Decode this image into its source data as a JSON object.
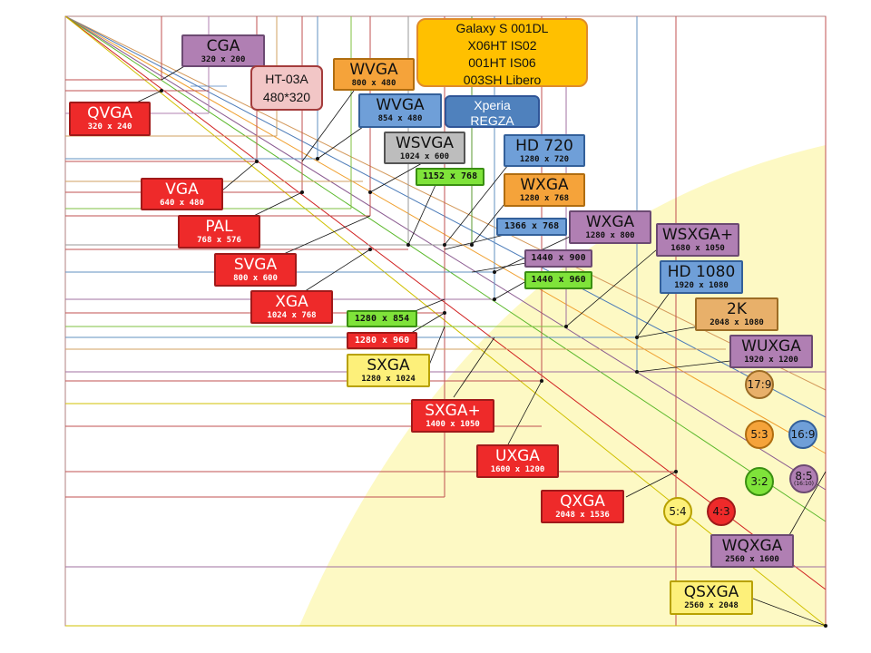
{
  "labels": {
    "cga": {
      "name": "CGA",
      "res": "320 x 200"
    },
    "qvga": {
      "name": "QVGA",
      "res": "320 x 240"
    },
    "wvga800": {
      "name": "WVGA",
      "res": "800 x 480"
    },
    "wvga854": {
      "name": "WVGA",
      "res": "854 x 480"
    },
    "wsvga": {
      "name": "WSVGA",
      "res": "1024 x 600"
    },
    "r1152": {
      "res": "1152 x 768"
    },
    "hd720": {
      "name": "HD 720",
      "res": "1280 x 720"
    },
    "wxga768": {
      "name": "WXGA",
      "res": "1280 x 768"
    },
    "vga": {
      "name": "VGA",
      "res": "640 x 480"
    },
    "pal": {
      "name": "PAL",
      "res": "768 x 576"
    },
    "r1366": {
      "res": "1366 x 768"
    },
    "wxga800": {
      "name": "WXGA",
      "res": "1280 x 800"
    },
    "wsxgaplus": {
      "name": "WSXGA+",
      "res": "1680 x 1050"
    },
    "svga": {
      "name": "SVGA",
      "res": "800 x 600"
    },
    "r1440x900": {
      "res": "1440 x 900"
    },
    "r1440x960": {
      "res": "1440 x 960"
    },
    "hd1080": {
      "name": "HD 1080",
      "res": "1920 x 1080"
    },
    "xga": {
      "name": "XGA",
      "res": "1024 x 768"
    },
    "twok": {
      "name": "2K",
      "res": "2048 x 1080"
    },
    "r1280x854": {
      "res": "1280 x 854"
    },
    "r1280x960": {
      "res": "1280 x 960"
    },
    "wuxga": {
      "name": "WUXGA",
      "res": "1920 x 1200"
    },
    "sxga": {
      "name": "SXGA",
      "res": "1280 x 1024"
    },
    "sxgaplus": {
      "name": "SXGA+",
      "res": "1400 x 1050"
    },
    "uxga": {
      "name": "UXGA",
      "res": "1600 x 1200"
    },
    "qxga": {
      "name": "QXGA",
      "res": "2048 x 1536"
    },
    "wqxga": {
      "name": "WQXGA",
      "res": "2560 x 1600"
    },
    "qsxga": {
      "name": "QSXGA",
      "res": "2560 x 2048"
    }
  },
  "ratios": {
    "r17_9": "17:9",
    "r5_3": "5:3",
    "r16_9": "16:9",
    "r3_2": "3:2",
    "r8_5": "8:5",
    "r8_5_sub": "(16:10)",
    "r5_4": "5:4",
    "r4_3": "4:3"
  },
  "callouts": {
    "phones": [
      "Galaxy S   001DL",
      "X06HT   IS02",
      "001HT   IS06",
      "003SH   Libero"
    ],
    "xperia": [
      "Xperia",
      "REGZA"
    ],
    "ht03a": [
      "HT-03A",
      "480*320"
    ]
  },
  "colors": {
    "red": "#ee2a2a",
    "purple": "#b07fb3",
    "orange": "#f5a33a",
    "blue": "#6f9fd8",
    "gray": "#bdbdbd",
    "green": "#7fe33a",
    "yellow": "#fdf07a",
    "tan": "#e8b06a",
    "callout_orange": "#ffc000",
    "callout_blue": "#4f81bd",
    "callout_pink": "#f2c6c6",
    "background_arc": "#fdf9c4"
  }
}
